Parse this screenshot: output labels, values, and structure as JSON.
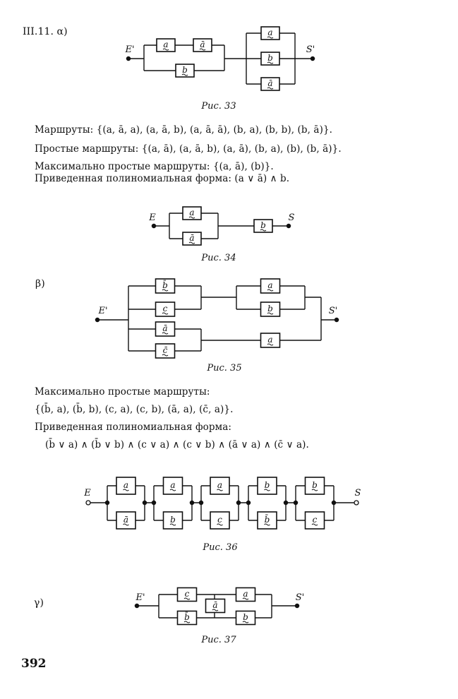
{
  "problem": {
    "number": "III.11. α)",
    "beta": "β)",
    "gamma": "γ)"
  },
  "alpha": {
    "routes": "Маршруты: {(a, ā, a), (a, ā, b), (a, ā, ā), (b, a), (b, b), (b, ā)}.",
    "simple_routes": "Простые маршруты: {(a, ā), (a, ā, b), (a, ā), (b, a), (b), (b, ā)}.",
    "max_simple_routes": "Максимально простые маршруты: {(a, ā), (b)}.",
    "reduced_form": "Приведенная полиномиальная форма: (a ∨ ā) ∧ b."
  },
  "beta_text": {
    "max_simple_label": "Максимально простые маршруты:",
    "max_simple_routes": "{(b̄, a), (b̄, b), (c, a), (c, b), (ā, a), (c̄, a)}.",
    "reduced_label": "Приведенная полиномиальная форма:",
    "reduced_form": "(b̄ ∨ a) ∧ (b̄ ∨ b) ∧ (c ∨ a) ∧ (c ∨ b) ∧ (ā ∨ a) ∧ (c̄ ∨ a)."
  },
  "figures": {
    "fig33": {
      "caption": "Рис. 33",
      "start": "E'",
      "end": "S'",
      "boxes": [
        "a",
        "ā",
        "b",
        "a",
        "b",
        "ā"
      ]
    },
    "fig34": {
      "caption": "Рис. 34",
      "start": "E",
      "end": "S",
      "boxes": [
        "a",
        "ā",
        "b"
      ]
    },
    "fig35": {
      "caption": "Рис. 35",
      "start": "E'",
      "end": "S'",
      "boxes": [
        "b̄",
        "c",
        "ā",
        "c̄",
        "a",
        "b",
        "a"
      ]
    },
    "fig36": {
      "caption": "Рис. 36",
      "start": "E",
      "end": "S",
      "boxes": [
        "a",
        "ā",
        "a",
        "b",
        "a",
        "c",
        "b",
        "b̄",
        "b",
        "c"
      ]
    },
    "fig37": {
      "caption": "Рис. 37",
      "start": "E'",
      "end": "S'",
      "boxes": [
        "c",
        "b̄",
        "ā",
        "a",
        "b"
      ]
    }
  },
  "page_number": "392"
}
